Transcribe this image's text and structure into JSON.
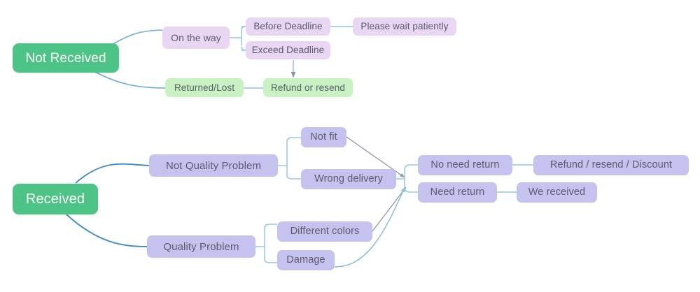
{
  "title": "Order Issue Resolution Flowchart",
  "colors": {
    "root_green": "#4cc486",
    "pink_lavender": "#e9d6f4",
    "light_green": "#c9f2c2",
    "violet": "#c6c2f0",
    "edge_blue": "#8fc5e8",
    "edge_dark_blue": "#4a90c4",
    "arrow_gray": "#8a93a8",
    "text_gray": "#5b5b6b",
    "text_white": "#ffffff",
    "background": "#ffffff"
  },
  "branches": [
    {
      "id": "not-received",
      "root": {
        "label": "Not Received"
      },
      "nodes": [
        {
          "id": "on-the-way",
          "label": "On the way"
        },
        {
          "id": "before-deadline",
          "label": "Before Deadline"
        },
        {
          "id": "exceed-deadline",
          "label": "Exceed Deadline"
        },
        {
          "id": "please-wait",
          "label": "Please wait patiently"
        },
        {
          "id": "returned-lost",
          "label": "Returned/Lost"
        },
        {
          "id": "refund-or-resend",
          "label": "Refund or resend"
        }
      ]
    },
    {
      "id": "received",
      "root": {
        "label": "Received"
      },
      "nodes": [
        {
          "id": "not-quality-problem",
          "label": "Not Quality Problem"
        },
        {
          "id": "not-fit",
          "label": "Not fit"
        },
        {
          "id": "wrong-delivery",
          "label": "Wrong delivery"
        },
        {
          "id": "quality-problem",
          "label": "Quality Problem"
        },
        {
          "id": "different-colors",
          "label": "Different colors"
        },
        {
          "id": "damage",
          "label": "Damage"
        },
        {
          "id": "no-need-return",
          "label": "No need return"
        },
        {
          "id": "need-return",
          "label": "Need return"
        },
        {
          "id": "refund-resend-discount",
          "label": "Refund / resend / Discount"
        },
        {
          "id": "we-received",
          "label": "We received"
        }
      ]
    }
  ],
  "labels": {
    "not_received": "Not Received",
    "on_the_way": "On the way",
    "before_deadline": "Before Deadline",
    "exceed_deadline": "Exceed Deadline",
    "please_wait_patiently": "Please wait patiently",
    "returned_lost": "Returned/Lost",
    "refund_or_resend": "Refund or resend",
    "received": "Received",
    "not_quality_problem": "Not Quality Problem",
    "not_fit": "Not fit",
    "wrong_delivery": "Wrong delivery",
    "quality_problem": "Quality Problem",
    "different_colors": "Different colors",
    "damage": "Damage",
    "no_need_return": "No need return",
    "need_return": "Need return",
    "refund_resend_discount": "Refund / resend / Discount",
    "we_received": "We received"
  }
}
